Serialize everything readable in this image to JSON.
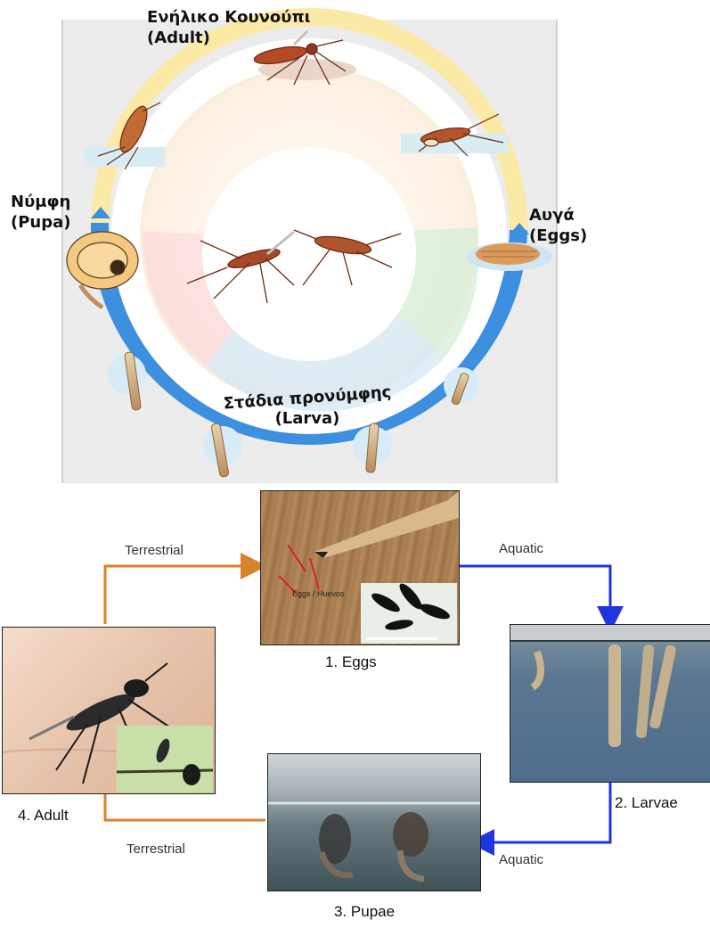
{
  "top_cycle": {
    "adult_label": "Ενήλικο Κουνούπι",
    "adult_label_en": "(Adult)",
    "pupa_label": "Νύμφη",
    "pupa_label_en": "(Pupa)",
    "eggs_label": "Αυγά",
    "eggs_label_en": "(Eggs)",
    "larva_label": "Στάδια προνύμφης",
    "larva_label_en": "(Larva)",
    "colors": {
      "background": "#ececec",
      "aquatic_ring": "#3d8fdf",
      "terrestrial_ring": "#fbe9a6"
    }
  },
  "bottom_cycle": {
    "eggs_label": "1. Eggs",
    "larvae_label": "2. Larvae",
    "pupae_label": "3. Pupae",
    "adult_label": "4. Adult",
    "arrow_top_left": "Terrestrial",
    "arrow_top_right": "Aquatic",
    "arrow_bottom_right": "Aquatic",
    "arrow_bottom_left": "Terrestrial",
    "eggs_photo_caption": "Eggs / Huevos",
    "colors": {
      "terrestrial_arrow": "#d9822b",
      "aquatic_arrow": "#1f35e0"
    }
  }
}
